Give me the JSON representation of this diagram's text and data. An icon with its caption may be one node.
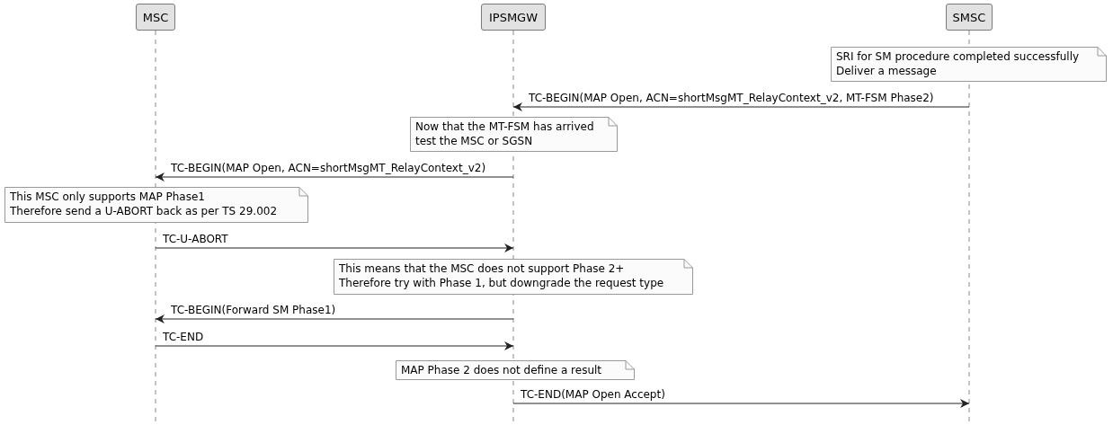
{
  "diagram": {
    "nodes": [
      {
        "text": [
          "MSC"
        ]
      },
      {
        "text": [
          "IPSMGW"
        ]
      },
      {
        "text": [
          "SMSC"
        ]
      },
      {
        "text": [
          "SRI for SM procedure completed successfully",
          "Deliver a message"
        ]
      },
      {
        "text": [
          "Now that the MT-FSM has arrived",
          "test the MSC or SGSN"
        ]
      },
      {
        "text": [
          "This MSC only supports MAP Phase1",
          "Therefore send a U-ABORT back as per TS 29.002"
        ]
      },
      {
        "text": [
          "This means that the MSC does not support Phase 2+",
          "Therefore try with Phase 1, but downgrade the request type"
        ]
      },
      {
        "text": [
          "MAP Phase 2 does not define a result"
        ]
      }
    ],
    "edges": [
      {
        "from": 2,
        "to": 1,
        "arrow": "to",
        "label": "TC-BEGIN(MAP Open, ACN=shortMsgMT_RelayContext_v2, MT-FSM Phase2)"
      },
      {
        "from": 1,
        "to": 0,
        "arrow": "to",
        "label": "TC-BEGIN(MAP Open, ACN=shortMsgMT_RelayContext_v2)"
      },
      {
        "from": 0,
        "to": 1,
        "arrow": "to",
        "label": "TC-U-ABORT"
      },
      {
        "from": 1,
        "to": 0,
        "arrow": "to",
        "label": "TC-BEGIN(Forward SM Phase1)"
      },
      {
        "from": 0,
        "to": 1,
        "arrow": "to",
        "label": "TC-END"
      },
      {
        "from": 1,
        "to": 2,
        "arrow": "to",
        "label": "TC-END(MAP Open Accept)"
      }
    ]
  }
}
